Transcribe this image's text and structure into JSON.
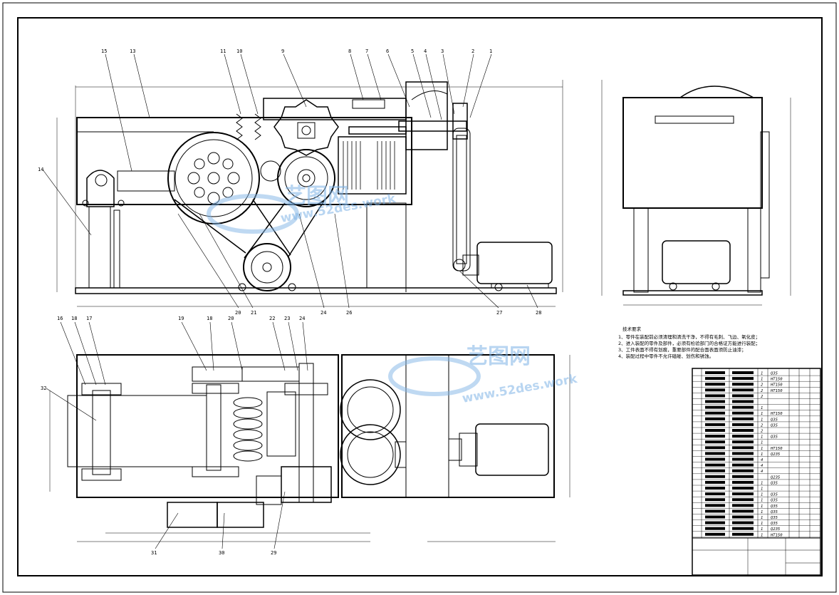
{
  "balloons": {
    "front": [
      "15",
      "13",
      "11",
      "10",
      "9",
      "8",
      "7",
      "6",
      "5",
      "4",
      "3",
      "2",
      "1"
    ],
    "left": "14",
    "bottom_front": [
      "20",
      "21",
      "24",
      "26",
      "27",
      "28"
    ],
    "top_plan": [
      "16",
      "18",
      "17",
      "19",
      "18",
      "20",
      "22",
      "23",
      "24"
    ],
    "left_plan": "32",
    "bottom_plan": [
      "31",
      "30",
      "29"
    ]
  },
  "watermark": {
    "brand": "艺图网",
    "url": "www.52des.work"
  },
  "tech_notes": {
    "title": "技术要求",
    "lines": [
      "1、零件在装配前必须清理和清洗干净，不得有毛刺、飞边、氧化皮；",
      "2、进入装配的零件及部件，必须有检验部门的合格证方能进行装配；",
      "3、工件表面不得有划痕，重要部件的配合面表面须防止油漆；",
      "4、装配过程中零件不允许磕碰、划伤和锈蚀。"
    ]
  },
  "parts_table": {
    "materials": [
      "Q35",
      "HT150",
      "HT150",
      "HT150",
      "",
      "",
      "",
      "HT150",
      "Q35",
      "Q35",
      "",
      "Q35",
      "",
      "HT150",
      "Q235",
      "",
      "",
      "",
      "Q235",
      "Q35",
      "",
      "Q35",
      "Q35",
      "Q35",
      "Q35",
      "Q35",
      "Q35",
      "Q235",
      "HT150"
    ],
    "qty": [
      "1",
      "1",
      "2",
      "2",
      "2",
      "",
      "1",
      "1",
      "1",
      "2",
      "2",
      "1",
      "1",
      "1",
      "1",
      "4",
      "4",
      "4",
      "",
      "1",
      "1",
      "1",
      "1",
      "1",
      "1",
      "1",
      "1",
      "1",
      "1"
    ]
  },
  "colors": {
    "line": "#000000",
    "watermark": "#5b9ad8"
  }
}
